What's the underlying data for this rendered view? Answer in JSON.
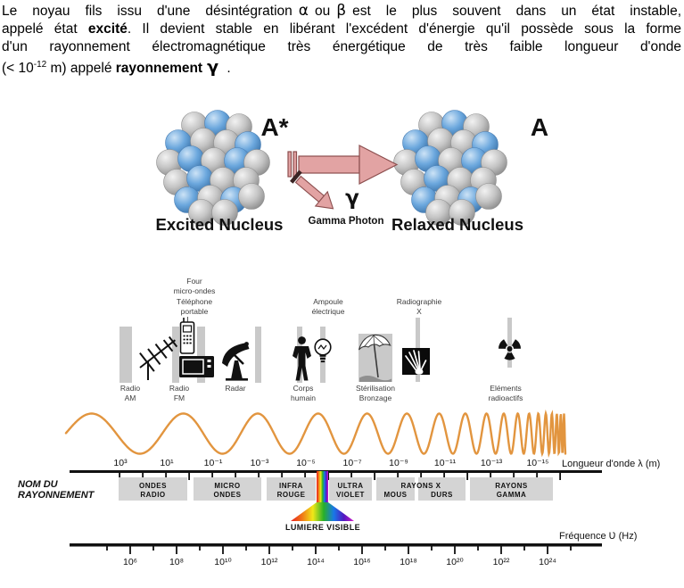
{
  "paragraph": {
    "line1_a": "Le noyau fils issu d'une désintégration",
    "alpha": "α",
    "line1_b": "ou",
    "beta": "β",
    "line1_c": "est le plus souvent dans un état instable,",
    "line2_a": "appelé état ",
    "line2_bold": "excité",
    "line2_b": ". Il devient stable en libérant l'excédent d'énergie qu'il possède sous la forme",
    "line3": "d'un rayonnement électromagnétique très énergétique de très faible longueur d'onde",
    "line4_a": "(< 10",
    "line4_sup": "-12",
    "line4_b": " m) appelé ",
    "line4_bold": "rayonnement",
    "gamma": "γ",
    "line4_c": " ."
  },
  "nucleus_diagram": {
    "excited_symbol": "A*",
    "relaxed_symbol": "A",
    "gamma_symbol": "γ",
    "gamma_photon_label": "Gamma Photon",
    "excited_caption": "Excited Nucleus",
    "relaxed_caption": "Relaxed Nucleus"
  },
  "spectrum": {
    "top_labels": {
      "micro": [
        "Four",
        "micro-ondes",
        "Téléphone",
        "portable"
      ],
      "ampoule": [
        "Ampoule",
        "électrique"
      ],
      "radio_x": [
        "Radiographie",
        "X"
      ]
    },
    "icon_captions": {
      "radio_am": [
        "Radio",
        "AM"
      ],
      "radio_fm": [
        "Radio",
        "FM"
      ],
      "radar": "Radar",
      "corps": [
        "Corps",
        "humain"
      ],
      "sterilisation": [
        "Stérilisation",
        "Bronzage"
      ],
      "elements": [
        "Eléments",
        "radioactifs"
      ]
    },
    "row_label": [
      "NOM DU",
      "RAYONNEMENT"
    ],
    "axis_wavelength": {
      "label": "Longueur d'onde λ (m)",
      "ticks": [
        "10³",
        "10¹",
        "10⁻¹",
        "10⁻³",
        "10⁻⁵",
        "10⁻⁷",
        "10⁻⁹",
        "10⁻¹¹",
        "10⁻¹³",
        "10⁻¹⁵"
      ]
    },
    "bands": {
      "ondes_radio": [
        "ONDES",
        "RADIO"
      ],
      "micro_ondes": [
        "MICRO",
        "ONDES"
      ],
      "infra_rouge": [
        "INFRA",
        "ROUGE"
      ],
      "ultra_violet": [
        "ULTRA",
        "VIOLET"
      ],
      "rayons_x": "RAYONS X",
      "mous": "MOUS",
      "durs": "DURS",
      "rayons_gamma": [
        "RAYONS",
        "GAMMA"
      ]
    },
    "visible_label": "LUMIERE VISIBLE",
    "axis_frequency": {
      "label": "Fréquence Ʋ (Hz)",
      "ticks": [
        "10⁶",
        "10⁸",
        "10¹⁰",
        "10¹²",
        "10¹⁴",
        "10¹⁶",
        "10¹⁸",
        "10²⁰",
        "10²²",
        "10²⁴"
      ]
    }
  },
  "icons": [
    "yagi-antenna",
    "mobile-phone",
    "microwave-oven",
    "radar-dish",
    "human-figure",
    "light-bulb",
    "beach-umbrella",
    "xray-hand",
    "radioactive-trefoil"
  ],
  "colors": {
    "wave": "#e2953f",
    "bar_gray": "#c9c9c9",
    "band_gray": "#d4d4d4",
    "arrow_pink": "#e2a3a3",
    "arrow_edge": "#8c4f4f",
    "sphere_blue": "#5b9bd5",
    "sphere_gray": "#b5b5b5"
  },
  "chart_data": {
    "type": "table",
    "title": "Spectre électromagnétique",
    "wavelength_axis": {
      "label": "Longueur d'onde λ (m)",
      "tick_exponents": [
        3,
        1,
        -1,
        -3,
        -5,
        -7,
        -9,
        -11,
        -13,
        -15
      ]
    },
    "frequency_axis": {
      "label": "Fréquence Ʋ (Hz)",
      "tick_exponents": [
        6,
        8,
        10,
        12,
        14,
        16,
        18,
        20,
        22,
        24
      ]
    },
    "bands": [
      "ONDES RADIO",
      "MICRO ONDES",
      "INFRA ROUGE",
      "LUMIERE VISIBLE",
      "ULTRA VIOLET",
      "RAYONS X MOUS",
      "RAYONS X DURS",
      "RAYONS GAMMA"
    ]
  }
}
